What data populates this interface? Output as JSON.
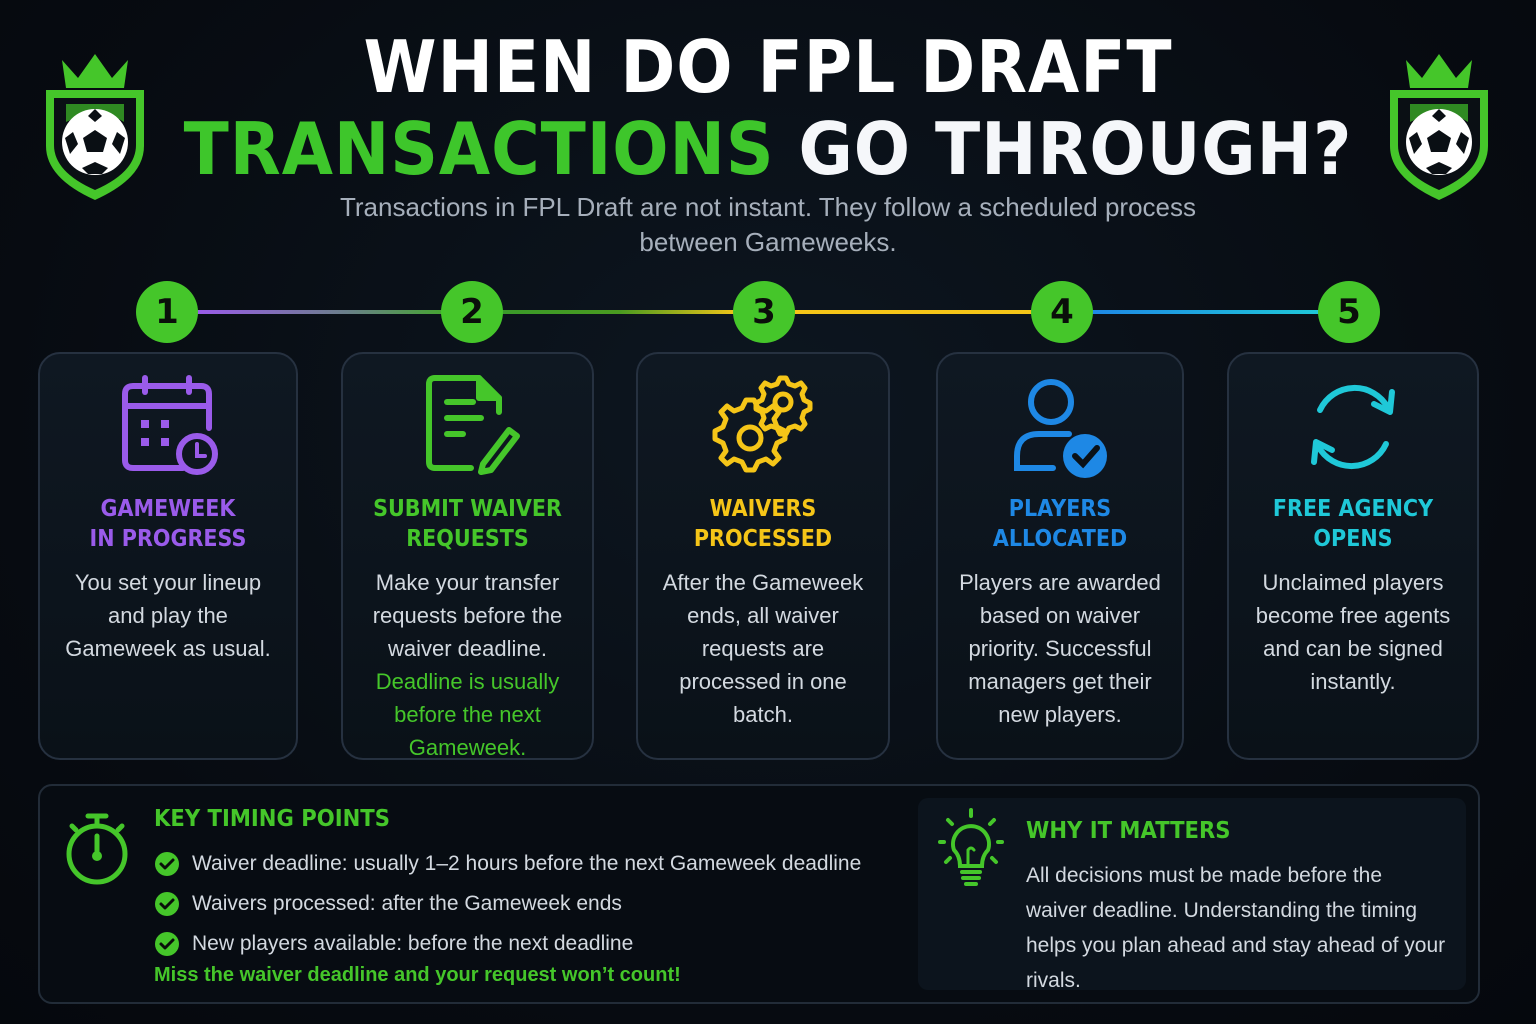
{
  "header": {
    "title_line1": "WHEN DO FPL DRAFT",
    "title_line2_highlight": "TRANSACTIONS",
    "title_line2_rest": " GO THROUGH?",
    "subtitle": "Transactions in FPL Draft are not instant. They follow a scheduled process between Gameweeks.",
    "logo_icon": "shield-crown-football-icon"
  },
  "colors": {
    "brand_green": "#45c62a",
    "purple": "#9a5bea",
    "green": "#45c62a",
    "yellow": "#f5c518",
    "blue": "#1e88e5",
    "cyan": "#1fc8d8",
    "background": "#070b11"
  },
  "steps": [
    {
      "number": "1",
      "icon": "calendar-clock-icon",
      "title_line1": "GAMEWEEK",
      "title_line2": "IN PROGRESS",
      "description": "You set your lineup and play the Gameweek as usual.",
      "color": "#9a5bea"
    },
    {
      "number": "2",
      "icon": "document-edit-icon",
      "title_line1": "SUBMIT WAIVER",
      "title_line2": "REQUESTS",
      "description": "Make your transfer requests before the waiver deadline.",
      "highlight": "Deadline is usually before the next Gameweek.",
      "color": "#45c62a"
    },
    {
      "number": "3",
      "icon": "gears-icon",
      "title_line1": "WAIVERS",
      "title_line2": "PROCESSED",
      "description": "After the Gameweek ends, all waiver requests are processed in one batch.",
      "color": "#f5c518"
    },
    {
      "number": "4",
      "icon": "user-check-icon",
      "title_line1": "PLAYERS",
      "title_line2": "ALLOCATED",
      "description": "Players are awarded based on waiver priority. Successful managers get their new players.",
      "color": "#1e88e5"
    },
    {
      "number": "5",
      "icon": "refresh-cycle-icon",
      "title_line1": "FREE AGENCY",
      "title_line2": "OPENS",
      "description": "Unclaimed players become free agents and can be signed instantly.",
      "color": "#1fc8d8"
    }
  ],
  "key_timing": {
    "icon": "stopwatch-icon",
    "title": "KEY TIMING POINTS",
    "items": [
      "Waiver deadline: usually 1–2 hours before the next Gameweek deadline",
      "Waivers processed: after the Gameweek ends",
      "New players available: before the next deadline"
    ],
    "warning": "Miss the waiver deadline and your request won’t count!"
  },
  "why_it_matters": {
    "icon": "lightbulb-icon",
    "title": "WHY IT MATTERS",
    "text": "All decisions must be made before the waiver deadline. Understanding the timing helps you plan ahead and stay ahead of your rivals."
  }
}
